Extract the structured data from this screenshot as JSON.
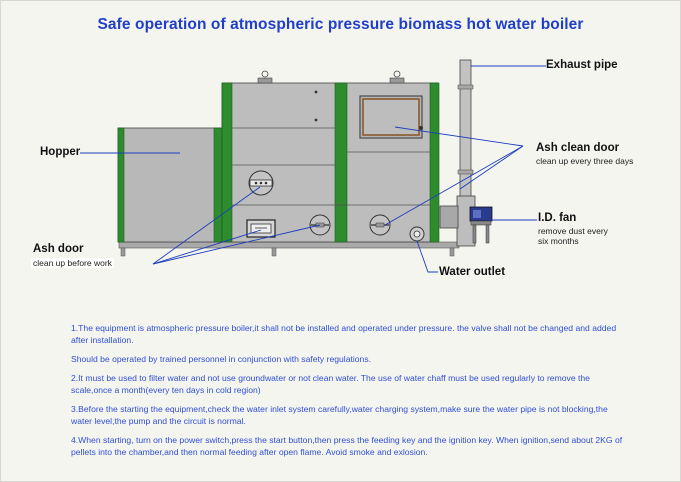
{
  "title": "Safe operation of atmospheric pressure biomass hot water boiler",
  "labels": {
    "exhaust_pipe": "Exhaust pipe",
    "hopper": "Hopper",
    "ash_clean_door": "Ash clean door",
    "ash_clean_door_note": "clean up every three days",
    "id_fan": "I.D. fan",
    "id_fan_note_1": "remove dust every",
    "id_fan_note_2": "six months",
    "ash_door": "Ash door",
    "ash_door_note": "clean up before work",
    "water_outlet": "Water outlet"
  },
  "notes": [
    "1.The  equipment is atmospheric pressure boiler,it shall not  be installed and operated under pressure. the valve shall not be changed and added after installation.",
    "Should be operated by trained personnel in conjunction with safety regulations.",
    "2.It must be used to filter water and not use groundwater or not clean water. The use of water chaff must be used regularly to remove the scale,once a month(every ten days in cold region)",
    "3.Before the starting the equipment,check the water inlet system carefully,water charging system,make sure the water pipe is not blocking,the water level,the pump and the circuit is normal.",
    "4.When starting, turn on the power switch,press the start button,then press the feeding key and the ignition key. When ignition,send about 2KG of pellets into the chamber,and then normal feeding after open flame. Avoid smoke and exlosion."
  ],
  "colors": {
    "title": "#1f3fc9",
    "notes_text": "#2f4fd6",
    "frame_green": "#2e8b2e",
    "panel_grey": "#b9b9b9",
    "pointer_blue": "#1c3dbf"
  }
}
